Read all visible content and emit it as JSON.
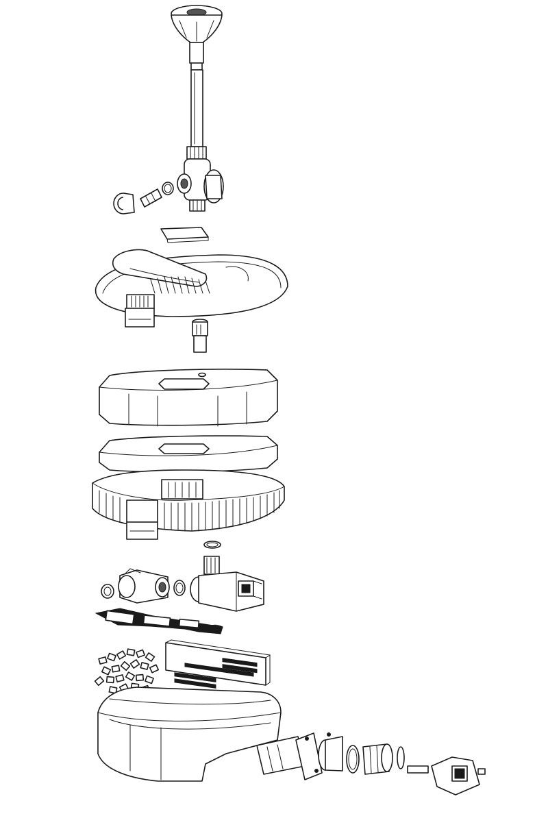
{
  "colors": {
    "line": "#1a1a1a",
    "fill": "#ffffff",
    "shade": "#555555"
  },
  "parts": [
    "fountain-nozzle",
    "extension-tube",
    "diverter-valve",
    "outlet-cap-nut",
    "hose-tail",
    "o-ring",
    "uv-window-cover",
    "filter-lid",
    "lid-outlet-adapter",
    "coarse-filter-sponge",
    "fine-filter-sponge",
    "sponge-cage",
    "pump-o-ring",
    "pump-outlet-elbow",
    "pump-motor",
    "impeller-cover",
    "bio-media",
    "intake-grille",
    "filter-housing",
    "uvc-lamp-assembly"
  ]
}
